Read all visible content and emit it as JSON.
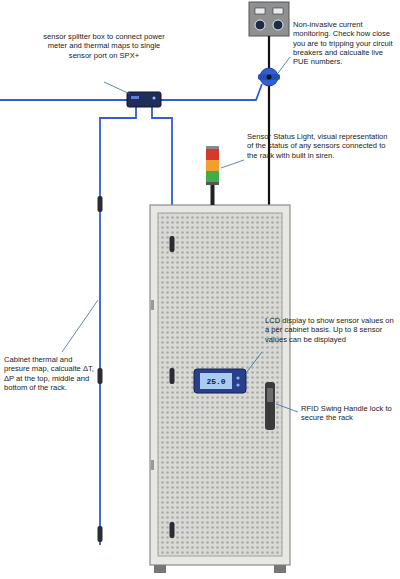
{
  "diagram": {
    "labels": [
      "sensor splitter box to connect power meter and thermal maps to single sensor port on SPX+",
      "Non-invasive current monitoring. Check how close you are to tripping your circuit breakers and calcualte live PUE numbers.",
      "Sensor Status Light, visual representation of the status of any sensors connected to the rack with built in siren.",
      "LCD display to show sensor values on a per cabinet basis. Up to 8 sensor values can be displayed",
      "RFID Swing Handle lock to secure the rack",
      "Cabinet thermal and presure map, calcualte ΔT, ΔP at the top, middle and bottom of the rack.",
      "25.0"
    ]
  }
}
